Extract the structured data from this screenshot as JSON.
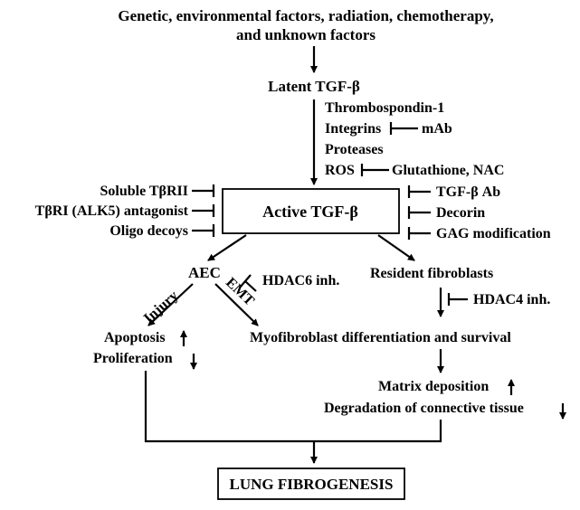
{
  "diagram": {
    "top_factors_line1": "Genetic, environmental factors, radiation, chemotherapy,",
    "top_factors_line2": "and unknown factors",
    "latent_tgfb": "Latent TGF-β",
    "activators": {
      "thrombospondin": "Thrombospondin-1",
      "integrins": "Integrins",
      "mab": "mAb",
      "proteases": "Proteases",
      "ros": "ROS",
      "glutathione_nac": "Glutathione, NAC"
    },
    "active_tgfb": "Active TGF-β",
    "left_inhibitors": [
      "Soluble TβRII",
      "TβRI (ALK5) antagonist",
      "Oligo decoys"
    ],
    "right_inhibitors": [
      "TGF-β Ab",
      "Decorin",
      "GAG modification"
    ],
    "aec": "AEC",
    "hdac6": "HDAC6 inh.",
    "resident_fibroblasts": "Resident fibroblasts",
    "hdac4": "HDAC4 inh.",
    "injury": "Injury",
    "emt": "EMT",
    "apoptosis": "Apoptosis",
    "proliferation": "Proliferation",
    "myofibroblast": "Myofibroblast differentiation and survival",
    "matrix_deposition": "Matrix deposition",
    "degradation": "Degradation of connective tissue",
    "lung_fibrogenesis": "LUNG FIBROGENESIS"
  }
}
